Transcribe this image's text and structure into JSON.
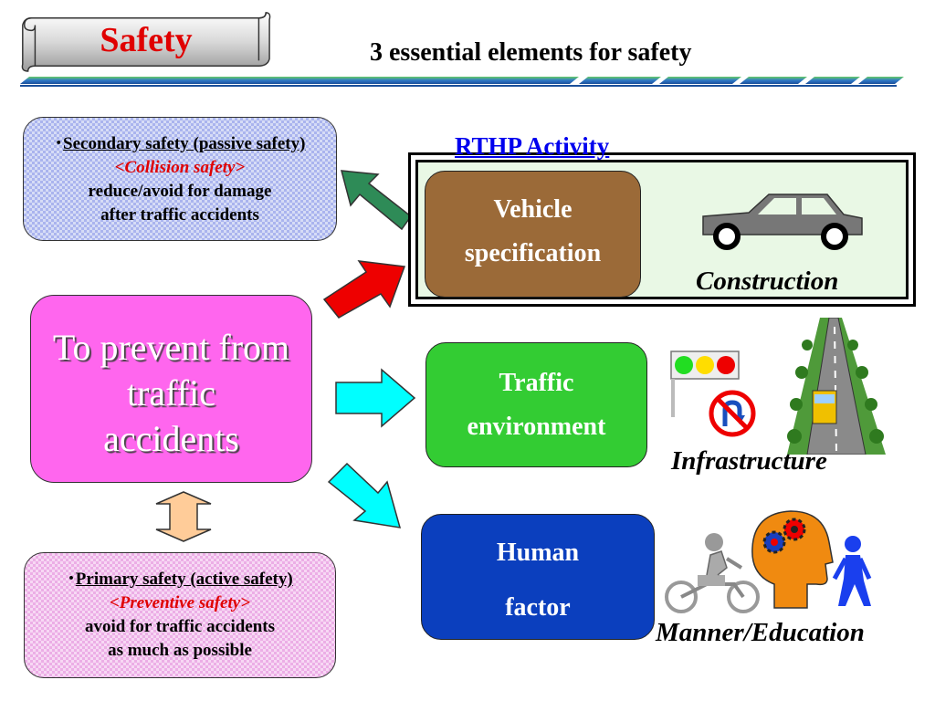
{
  "banner": {
    "title": "Safety"
  },
  "subtitle": "3 essential elements for safety",
  "secondary": {
    "bullet": "･",
    "heading": "Secondary safety (passive safety)",
    "tag": "<Collision safety>",
    "line1": "reduce/avoid for damage",
    "line2": "after traffic accidents"
  },
  "primary": {
    "bullet": "･",
    "heading": "Primary safety (active safety)",
    "tag": "<Preventive safety>",
    "line1": "avoid for traffic accidents",
    "line2": "as much as possible"
  },
  "goal": {
    "line1": "To prevent from",
    "line2": "traffic",
    "line3": "accidents"
  },
  "rthp": {
    "label": "RTHP Activity"
  },
  "elements": {
    "vehicle": {
      "line1": "Vehicle",
      "line2": "specification",
      "caption": "Construction"
    },
    "traffic": {
      "line1": "Traffic",
      "line2": "environment",
      "caption": "Infrastructure"
    },
    "human": {
      "line1": "Human",
      "line2": "factor",
      "caption": "Manner/Education"
    }
  },
  "colors": {
    "title_red": "#e00000",
    "goal_magenta": "#ff66ee",
    "vehicle_brown": "#9b6a38",
    "traffic_green": "#33cc33",
    "human_blue": "#0b3fbe",
    "rthp_blue": "#0000ee",
    "arrow_green": "#2e8b57",
    "arrow_red": "#ee0000",
    "arrow_cyan": "#00ffff",
    "arrow_peach": "#ffcc99"
  },
  "icons": [
    "scroll-banner",
    "car-icon",
    "traffic-light-icon",
    "no-u-turn-sign-icon",
    "road-with-truck-icon",
    "motorcycle-rider-icon",
    "head-gears-icon",
    "walking-person-icon"
  ]
}
